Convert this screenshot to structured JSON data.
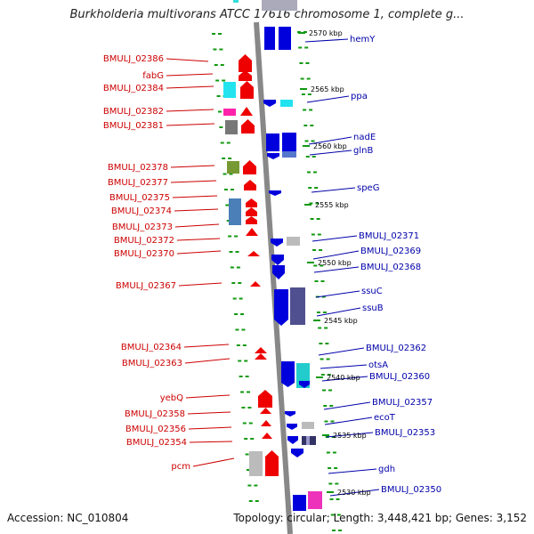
{
  "title": "Burkholderia multivorans ATCC 17616 chromosome 1, complete g...",
  "accession": "Accession: NC_010804",
  "topology": "Topology: circular; Length: 3,448,421 bp; Genes: 3,152",
  "colors": {
    "forward": "#ee0000",
    "reverse": "#0000dd",
    "backbone": "#888888",
    "tick": "#119911",
    "left_label": "#cc0000",
    "right_label": "#0000aa"
  },
  "kbp_marks": [
    {
      "label": "2570 kbp",
      "pos": 2570
    },
    {
      "label": "2565 kbp",
      "pos": 2565
    },
    {
      "label": "2560 kbp",
      "pos": 2560
    },
    {
      "label": "2555 kbp",
      "pos": 2555
    },
    {
      "label": "2550 kbp",
      "pos": 2550
    },
    {
      "label": "2545 kbp",
      "pos": 2545
    },
    {
      "label": "2540 kbp",
      "pos": 2540
    },
    {
      "label": "2535 kbp",
      "pos": 2535
    },
    {
      "label": "2530 kbp",
      "pos": 2530
    }
  ],
  "left_genes": [
    "BMULJ_02386",
    "fabG",
    "BMULJ_02384",
    "BMULJ_02382",
    "BMULJ_02381",
    "BMULJ_02378",
    "BMULJ_02377",
    "BMULJ_02375",
    "BMULJ_02374",
    "BMULJ_02373",
    "BMULJ_02372",
    "BMULJ_02370",
    "BMULJ_02367",
    "BMULJ_02364",
    "BMULJ_02363",
    "yebQ",
    "BMULJ_02358",
    "BMULJ_02356",
    "BMULJ_02354",
    "pcm"
  ],
  "right_genes": [
    "hemY",
    "ppa",
    "nadE",
    "glnB",
    "speG",
    "BMULJ_02371",
    "BMULJ_02369",
    "BMULJ_02368",
    "ssuC",
    "ssuB",
    "BMULJ_02362",
    "otsA",
    "BMULJ_02360",
    "BMULJ_02357",
    "ecoT",
    "BMULJ_02353",
    "gdh",
    "BMULJ_02350"
  ]
}
